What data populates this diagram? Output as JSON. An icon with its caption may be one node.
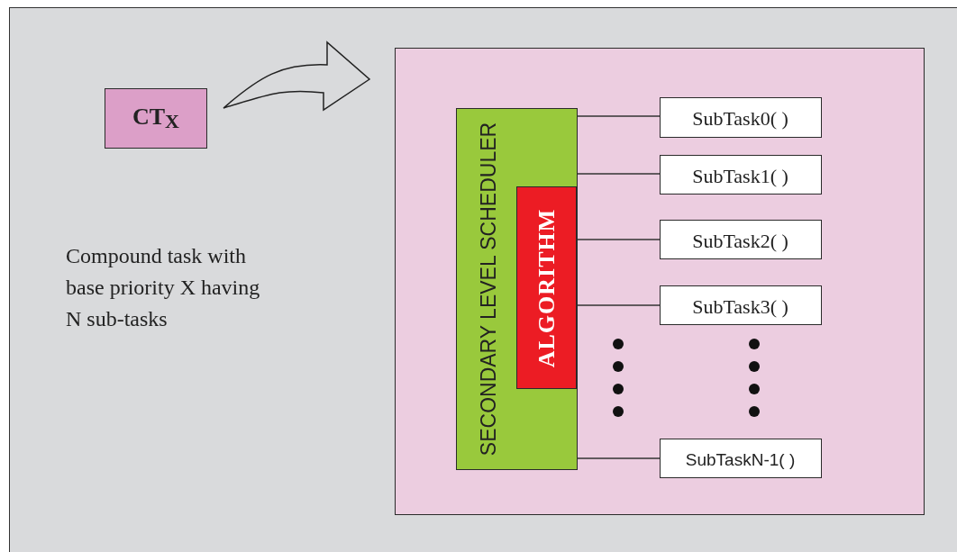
{
  "diagram": {
    "nodes": [
      {
        "text": [
          "CT$_{X}$"
        ]
      },
      {
        "text": [],
        "shape": "box"
      },
      {
        "text": [
          "SECONDARY LEVEL SCHEDULER"
        ],
        "in": 1
      },
      {
        "text": [
          "ALGORITHM"
        ],
        "in": 2
      },
      {
        "text": [
          "SubTask0( )"
        ],
        "in": 1
      },
      {
        "text": [
          "SubTask1( )"
        ],
        "in": 1
      },
      {
        "text": [
          "SubTask2( )"
        ],
        "in": 1
      },
      {
        "text": [
          "SubTask3( )"
        ],
        "in": 1
      },
      {
        "text": [
          "SubTaskN-1( )"
        ],
        "in": 1
      }
    ],
    "edges": [
      {
        "from": 0,
        "to": 1,
        "arrow": "to",
        "style": "thick"
      },
      {
        "from": 2,
        "to": 4,
        "arrow": "none"
      },
      {
        "from": 2,
        "to": 5,
        "arrow": "none"
      },
      {
        "from": 2,
        "to": 6,
        "arrow": "none"
      },
      {
        "from": 2,
        "to": 7,
        "arrow": "none"
      },
      {
        "from": 2,
        "to": 8,
        "arrow": "none"
      }
    ],
    "labels": [
      "Compound task with base priority X having N sub-tasks"
    ]
  }
}
